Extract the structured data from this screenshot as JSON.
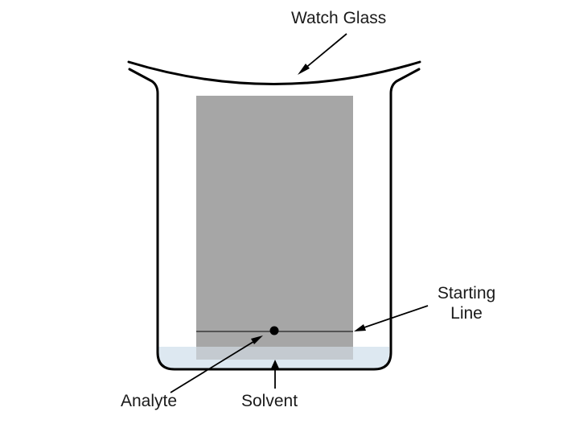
{
  "labels": {
    "watch_glass": "Watch Glass",
    "starting_line_1": "Starting",
    "starting_line_2": "Line",
    "analyte": "Analyte",
    "solvent": "Solvent"
  },
  "colors": {
    "stroke": "#000000",
    "tlc_plate": "#a6a6a6",
    "solvent_fill": "#dde8f1",
    "background": "#ffffff"
  }
}
